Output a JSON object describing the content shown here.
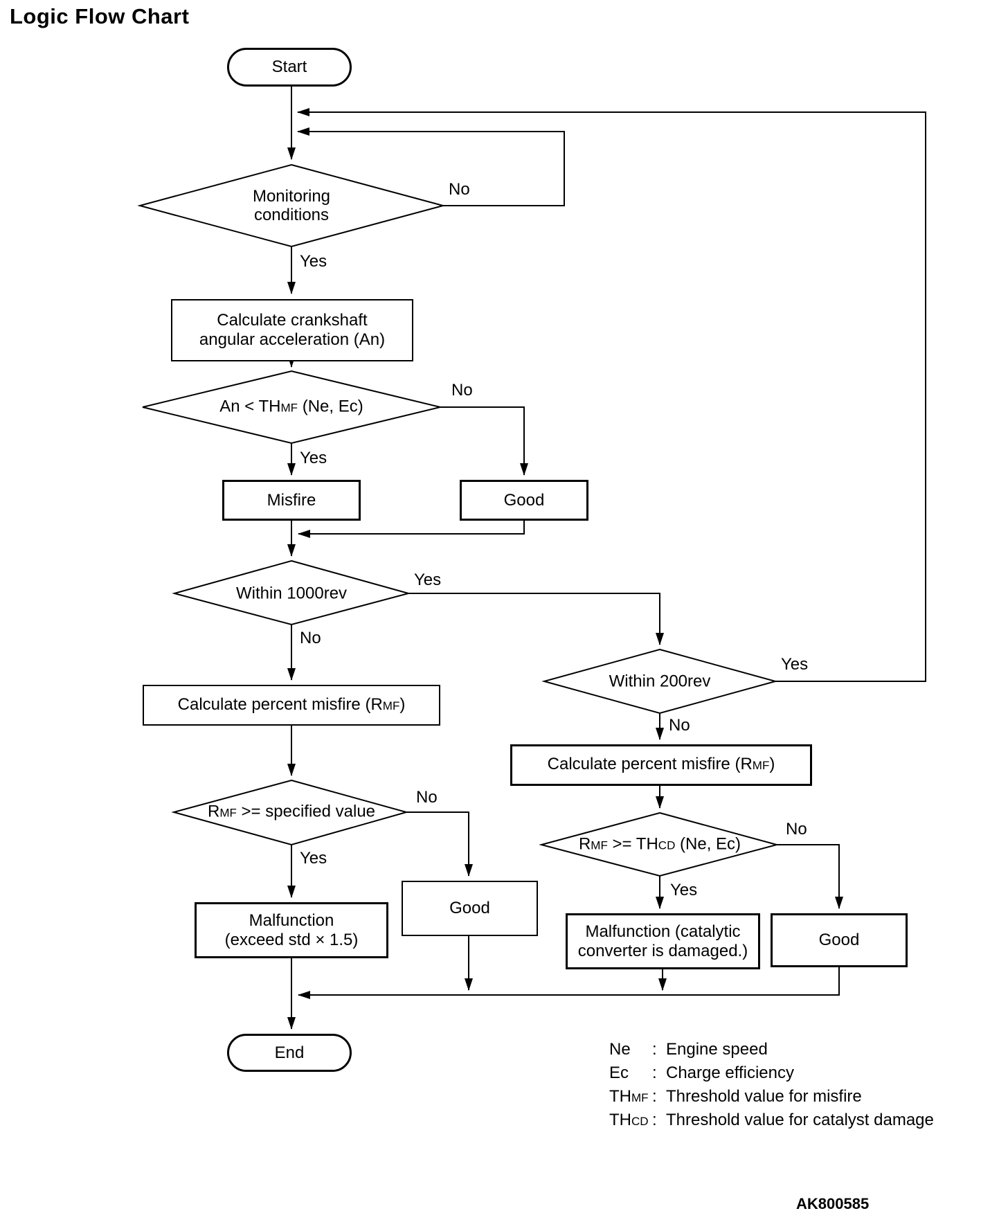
{
  "title": "Logic Flow Chart",
  "figure_code": "AK800585",
  "labels": {
    "yes": "Yes",
    "no": "No"
  },
  "nodes": {
    "start": {
      "label": "Start"
    },
    "monitoring": {
      "line1": "Monitoring",
      "line2": "conditions"
    },
    "calc_crank": {
      "line1": "Calculate crankshaft",
      "line2": "angular acceleration (An)"
    },
    "an_th": {
      "p1": "An < TH",
      "s1": "MF",
      "p2": " (Ne, Ec)"
    },
    "misfire": {
      "label": "Misfire"
    },
    "good_top": {
      "label": "Good"
    },
    "within1000": {
      "label": "Within 1000rev"
    },
    "within200": {
      "label": "Within 200rev"
    },
    "calc_rmf_left": {
      "p1": "Calculate percent misfire (R",
      "s1": "MF",
      "p2": ")"
    },
    "calc_rmf_right": {
      "p1": "Calculate percent misfire (R",
      "s1": "MF",
      "p2": ")"
    },
    "rmf_spec": {
      "p1": "R",
      "s1": "MF",
      "p2": " >= specified value"
    },
    "rmf_thcd": {
      "p1": "R",
      "s1": "MF",
      "p2": " >= TH",
      "s2": "CD",
      "p3": " (Ne, Ec)"
    },
    "malfunction_std": {
      "line1": "Malfunction",
      "line2": "(exceed std × 1.5)"
    },
    "good_mid": {
      "label": "Good"
    },
    "malfunction_cat": {
      "line1": "Malfunction (catalytic",
      "line2": "converter is damaged.)"
    },
    "good_right": {
      "label": "Good"
    },
    "end": {
      "label": "End"
    }
  },
  "legend": {
    "colon": ":",
    "rows": [
      {
        "p1": "Ne",
        "def": "Engine speed"
      },
      {
        "p1": "Ec",
        "def": "Charge efficiency"
      },
      {
        "p1": "TH",
        "s1": "MF",
        "def": "Threshold value for misfire"
      },
      {
        "p1": "TH",
        "s1": "CD",
        "def": "Threshold value for catalyst damage"
      }
    ]
  }
}
